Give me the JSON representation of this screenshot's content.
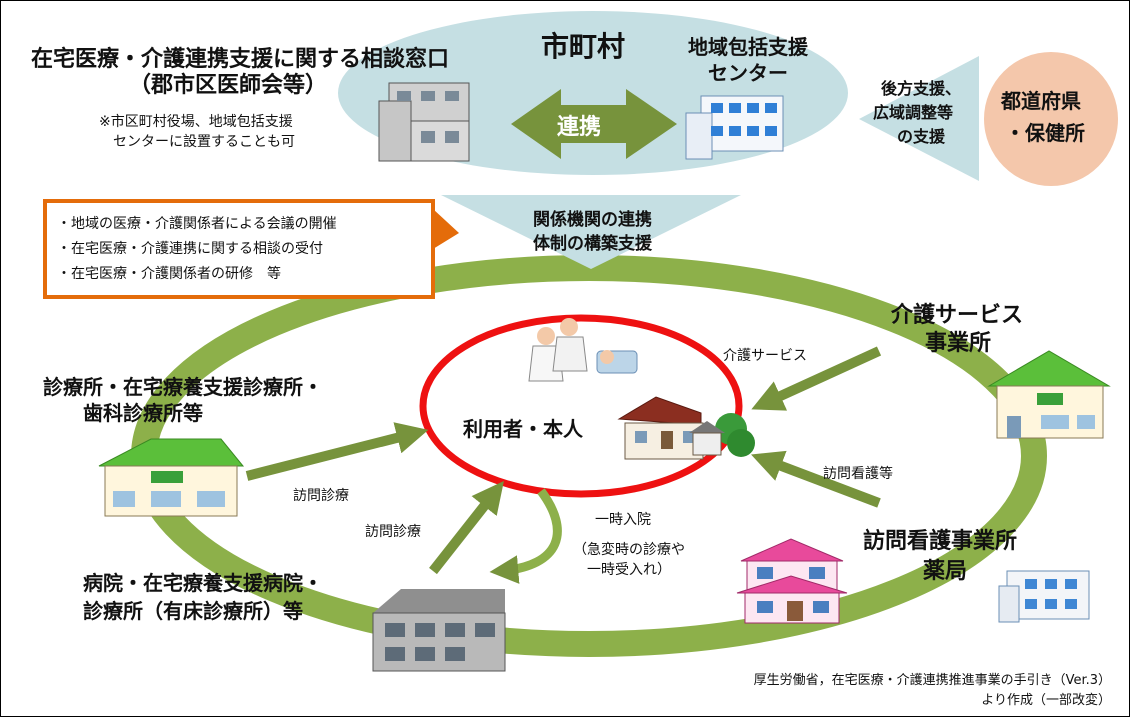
{
  "consult": {
    "title_line1": "在宅医療・介護連携支援に関する相談窓口",
    "title_line2": "（郡市区医師会等）",
    "note_line1": "※市区町村役場、地域包括支援",
    "note_line2": "センターに設置することも可"
  },
  "municipality": {
    "label": "市町村",
    "link_label": "連携"
  },
  "center": {
    "label_line1": "地域包括支援",
    "label_line2": "センター"
  },
  "backup": {
    "line1": "後方支援、",
    "line2": "広域調整等",
    "line3": "の支援"
  },
  "prefecture": {
    "line1": "都道府県",
    "line2": "・保健所"
  },
  "support": {
    "line1": "関係機関の連携",
    "line2": "体制の構築支援"
  },
  "activities": [
    "・地域の医療・介護関係者による会議の開催",
    "・在宅医療・介護連携に関する相談の受付",
    "・在宅医療・介護関係者の研修　等"
  ],
  "user": {
    "label": "利用者・本人"
  },
  "care_office": {
    "line1": "介護サービス",
    "line2": "事業所",
    "arrow_label": "介護サービス"
  },
  "clinic": {
    "line1": "診療所・在宅療養支援診療所・",
    "line2": "歯科診療所等",
    "arrow_label": "訪問診療"
  },
  "nursing": {
    "line1": "訪問看護事業所",
    "line2": "薬局",
    "arrow_label": "訪問看護等"
  },
  "hospital": {
    "line1": "病院・在宅療養支援病院・",
    "line2": "診療所（有床診療所）等",
    "arrow_label": "訪問診療"
  },
  "admission": {
    "line1": "一時入院",
    "line2": "（急変時の診療や",
    "line3": "一時受入れ）"
  },
  "source": {
    "line1": "厚生労働省，在宅医療・介護連携推進事業の手引き（Ver.3）",
    "line2": "より作成（一部改変）"
  },
  "colors": {
    "green": "#77933c",
    "green_light": "#8db04a",
    "teal_fill": "#c5dfe3",
    "orange": "#e46c0a",
    "peach": "#f4c7ab",
    "red": "#ee1111"
  }
}
